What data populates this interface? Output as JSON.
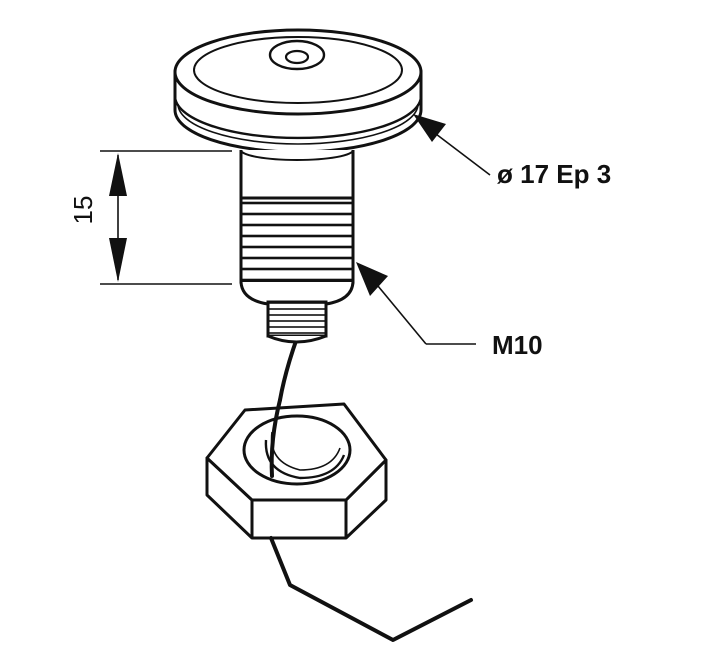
{
  "labels": {
    "head_spec": "ø 17 Ep 3",
    "thread_spec": "M10",
    "dimension": "15"
  },
  "colors": {
    "line": "#111111",
    "background": "#ffffff"
  }
}
